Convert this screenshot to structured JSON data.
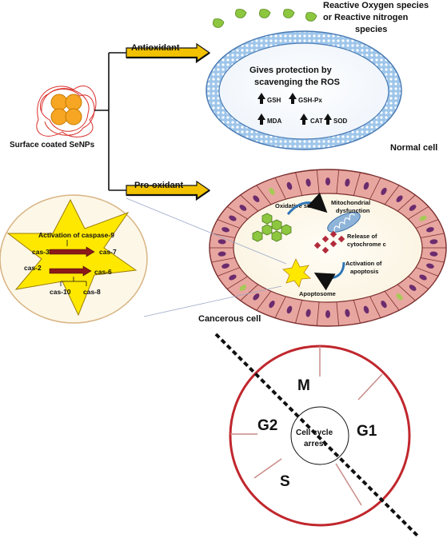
{
  "nanoparticle": {
    "label": "Surface coated SeNPs"
  },
  "pathways": {
    "antioxidant": "Antioxidant",
    "prooxidant": "Pro-oxidant"
  },
  "ros": {
    "line1": "Reactive Oxygen species",
    "line2": "or Reactive nitrogen",
    "line3": "species"
  },
  "normal_cell": {
    "label": "Normal cell",
    "protection_line1": "Gives protection by",
    "protection_line2": "scavenging the ROS",
    "markers": [
      "GSH",
      "GSH-Px",
      "MDA",
      "CAT",
      "SOD"
    ]
  },
  "cancer_cell": {
    "label": "Cancerous cell",
    "oxidative_stress": "Oxidative stress",
    "mito_line1": "Mitochondrial",
    "mito_line2": "dysfunction",
    "release_line1": "Release of",
    "release_line2": "cytochrome c",
    "activation_line1": "Activation of",
    "activation_line2": "apoptosis",
    "apoptosome": "Apoptosome"
  },
  "caspase": {
    "title": "Activation of caspase-9",
    "cas3": "cas-3",
    "cas7": "cas-7",
    "cas2": "cas-2",
    "cas6": "cas-6",
    "cas10": "cas-10",
    "cas8": "cas-8"
  },
  "cell_cycle": {
    "phase_m": "M",
    "phase_g2": "G2",
    "phase_g1": "G1",
    "phase_s": "S",
    "center_line1": "Cell cycle",
    "center_line2": "arrest"
  },
  "colors": {
    "arrow_gold": "#f2c200",
    "ros_green": "#8dc63f",
    "cell_red": "#c0272d",
    "membrane_blue": "#9dc3e6",
    "star_yellow": "#ffe800",
    "cell_pink": "#e8a6a0",
    "nucleus_purple": "#6b2c6e"
  }
}
